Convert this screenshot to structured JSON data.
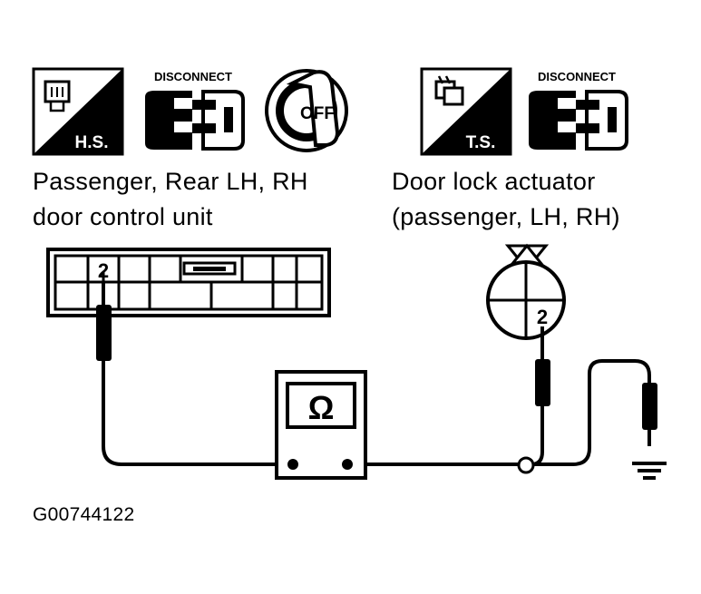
{
  "icons": {
    "hs_label": "H.S.",
    "ts_label": "T.S.",
    "disconnect_label_left": "DISCONNECT",
    "disconnect_label_right": "DISCONNECT",
    "ignition_label": "OFF"
  },
  "door_control_unit": {
    "title_line1": "Passenger, Rear LH, RH",
    "title_line2": "door control unit",
    "terminal": "2"
  },
  "door_lock_actuator": {
    "title_line1": "Door lock actuator",
    "title_line2": "(passenger, LH, RH)",
    "terminal": "2"
  },
  "meter": {
    "symbol": "Ω"
  },
  "figure_id": "G00744122"
}
